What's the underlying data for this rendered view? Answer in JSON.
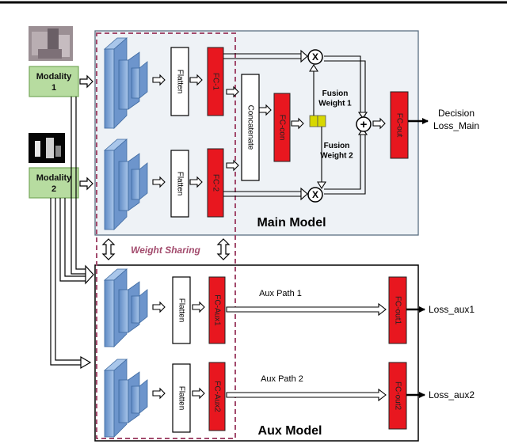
{
  "inputs": {
    "modality1": "Modality\n1",
    "modality2": "Modality\n2"
  },
  "main": {
    "flatten1": "Flatten",
    "flatten2": "Flatten",
    "fc1": "FC-1",
    "fc2": "FC-2",
    "concatenate": "Concatenate",
    "fc_con": "FC-con",
    "fc_out": "FC-out",
    "fusion_weight_1": "Fusion\nWeight 1",
    "fusion_weight_2": "Fusion\nWeight 2",
    "multiply_symbol": "X",
    "add_symbol": "+",
    "title": "Main Model",
    "decision": "Decision",
    "loss_main": "Loss_Main"
  },
  "weight_sharing": "Weight Sharing",
  "aux": {
    "flatten1": "Flatten",
    "flatten2": "Flatten",
    "fc_aux1": "FC-Aux1",
    "fc_aux2": "FC-Aux2",
    "fc_out1": "FC-out1",
    "fc_out2": "FC-out2",
    "path1": "Aux Path 1",
    "path2": "Aux Path 2",
    "loss_aux1": "Loss_aux1",
    "loss_aux2": "Loss_aux2",
    "title": "Aux Model"
  },
  "colors": {
    "main_bg": "#eef2f6",
    "fc_red": "#e8171f",
    "module_green": "#b7dca0",
    "module_border": "#76a85a",
    "cnn_blue": "#8ab0dc",
    "dash_purple": "#a24a6c",
    "fusion_yellow": "#d8d800"
  }
}
